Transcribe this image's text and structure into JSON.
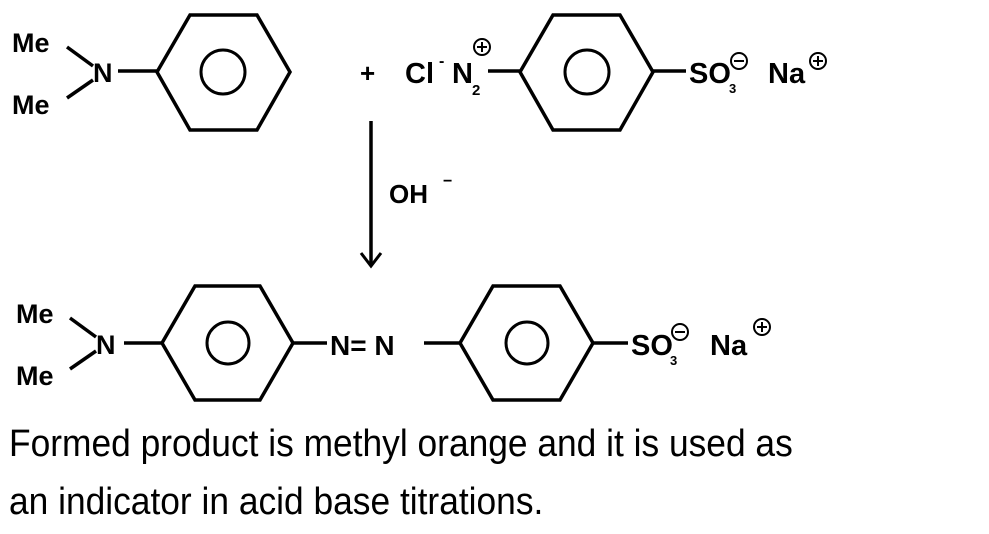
{
  "reaction": {
    "reactant1": {
      "name": "N,N-dimethylaniline",
      "substituent_top": "Me",
      "substituent_bottom": "Me",
      "atom": "N"
    },
    "plus_sign": "+",
    "reactant2": {
      "name": "4-sulfobenzenediazonium chloride sodium salt",
      "counter_ion": "Cl",
      "counter_ion_charge": "-",
      "diazo_group": "N",
      "diazo_subscript": "2",
      "diazo_charge": "+",
      "sulfonate": "SO",
      "sulfonate_subscript": "3",
      "sulfonate_charge": "−",
      "cation": "Na",
      "cation_charge": "+"
    },
    "condition": {
      "reagent": "OH",
      "reagent_charge": "−"
    },
    "product": {
      "name": "methyl orange",
      "substituent_top": "Me",
      "substituent_bottom": "Me",
      "atom": "N",
      "azo_link": "N= N",
      "sulfonate": "SO",
      "sulfonate_subscript": "3",
      "sulfonate_charge": "−",
      "cation": "Na",
      "cation_charge": "+"
    }
  },
  "caption": {
    "line1": "Formed product is methyl orange and it is used as",
    "line2": "an indicator in acid base titrations."
  },
  "colors": {
    "ink": "#000000",
    "background": "#ffffff"
  }
}
